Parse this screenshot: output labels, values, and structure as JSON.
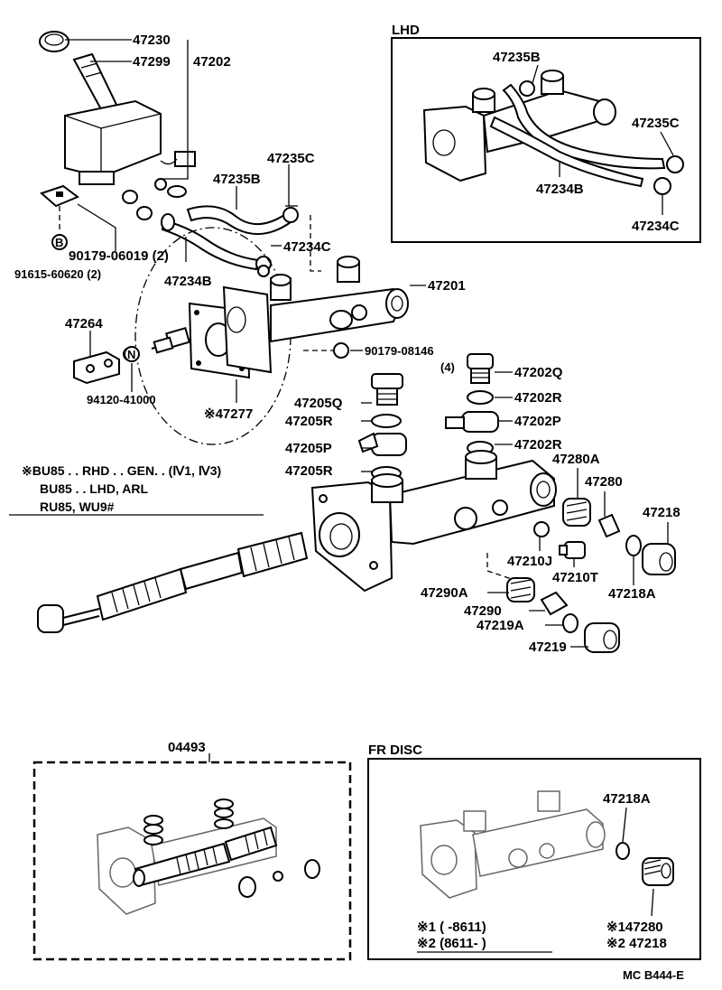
{
  "main": {
    "labels": {
      "p47230": "47230",
      "p47299": "47299",
      "p47202": "47202",
      "p47235C": "47235C",
      "p47235B": "47235B",
      "p47234C": "47234C",
      "p47234B": "47234B",
      "p47201": "47201",
      "p90179_06019": "90179-06019 (2)",
      "p91615": "91615-60620 (2)",
      "p47264": "47264",
      "p94120": "94120-41000",
      "p47277": "※47277",
      "p90179_08146": "90179-08146",
      "p08146_qty": "(4)",
      "p47202Q": "47202Q",
      "p47202R_a": "47202R",
      "p47202P": "47202P",
      "p47202R_b": "47202R",
      "p47205Q": "47205Q",
      "p47205R_a": "47205R",
      "p47205P": "47205P",
      "p47205R_b": "47205R",
      "p47280A": "47280A",
      "p47280": "47280",
      "p47218": "47218",
      "p47210J": "47210J",
      "p47210T": "47210T",
      "p47218A": "47218A",
      "p47290A": "47290A",
      "p47290": "47290",
      "p47219A": "47219A",
      "p47219": "47219",
      "callout_b": "B",
      "callout_n": "N"
    },
    "footnote": {
      "line1": "※BU85 . . RHD . . GEN. . (Ⅳ1, Ⅳ3)",
      "line2": "BU85 . . LHD, ARL",
      "line3": "RU85, WU9#"
    }
  },
  "lhd_box": {
    "title": "LHD",
    "labels": {
      "p47235B": "47235B",
      "p47235C": "47235C",
      "p47234B": "47234B",
      "p47234C": "47234C"
    }
  },
  "kit_box": {
    "title": "04493"
  },
  "fr_disc_box": {
    "title": "FR DISC",
    "labels": {
      "p47218A": "47218A",
      "p47280": "※147280",
      "p47218": "※2 47218"
    },
    "legend": {
      "row1": "※1 (     -8611)",
      "row2": "※2 (8611-       )"
    }
  },
  "drawing_code": "MC B444-E"
}
